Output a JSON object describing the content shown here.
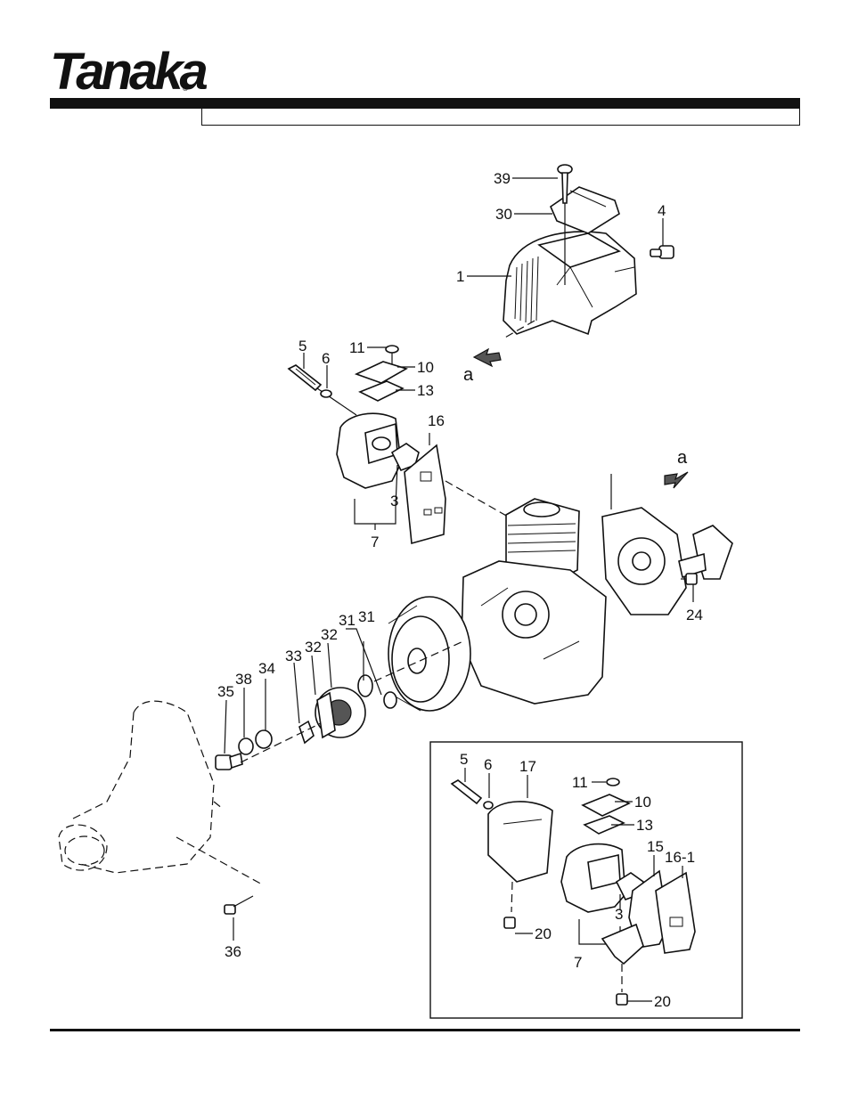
{
  "brand": {
    "logo_text": "Tanaka",
    "registered": "®"
  },
  "callouts": [
    {
      "id": "c39",
      "label": "39"
    },
    {
      "id": "c30",
      "label": "30"
    },
    {
      "id": "c4",
      "label": "4"
    },
    {
      "id": "c1",
      "label": "1"
    },
    {
      "id": "c5",
      "label": "5"
    },
    {
      "id": "c6",
      "label": "6"
    },
    {
      "id": "c11",
      "label": "11"
    },
    {
      "id": "c10",
      "label": "10"
    },
    {
      "id": "c13",
      "label": "13"
    },
    {
      "id": "c16",
      "label": "16"
    },
    {
      "id": "c3",
      "label": "3"
    },
    {
      "id": "c7",
      "label": "7"
    },
    {
      "id": "c24",
      "label": "24"
    },
    {
      "id": "c31a",
      "label": "31"
    },
    {
      "id": "c31b",
      "label": "31"
    },
    {
      "id": "c32a",
      "label": "32"
    },
    {
      "id": "c32b",
      "label": "32"
    },
    {
      "id": "c33",
      "label": "33"
    },
    {
      "id": "c34",
      "label": "34"
    },
    {
      "id": "c38",
      "label": "38"
    },
    {
      "id": "c35",
      "label": "35"
    },
    {
      "id": "c36",
      "label": "36"
    },
    {
      "id": "i5",
      "label": "5"
    },
    {
      "id": "i6",
      "label": "6"
    },
    {
      "id": "i17",
      "label": "17"
    },
    {
      "id": "i11",
      "label": "11"
    },
    {
      "id": "i10",
      "label": "10"
    },
    {
      "id": "i13",
      "label": "13"
    },
    {
      "id": "i15",
      "label": "15"
    },
    {
      "id": "i16-1",
      "label": "16-1"
    },
    {
      "id": "i3",
      "label": "3"
    },
    {
      "id": "i20a",
      "label": "20"
    },
    {
      "id": "i7",
      "label": "7"
    },
    {
      "id": "i20b",
      "label": "20"
    }
  ],
  "arrows": {
    "a_left": "a",
    "a_right": "a"
  }
}
